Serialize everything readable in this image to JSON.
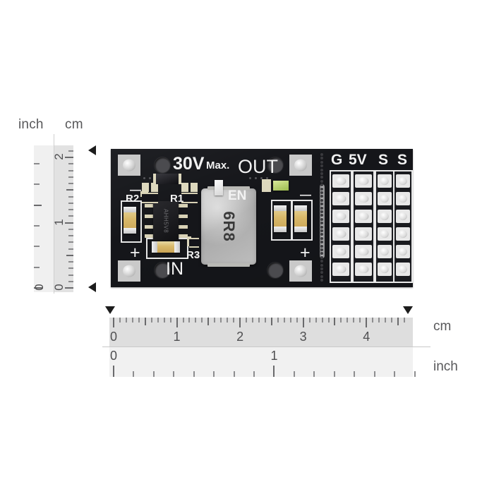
{
  "background_color": "#ffffff",
  "scene": {
    "subject": "buck converter pcb module",
    "description": "Black PCB power module photographed with cm and inch measuring rulers"
  },
  "vertical_ruler": {
    "name": "vertical-ruler",
    "unit_label_inch": "inch",
    "unit_label_cm": "cm",
    "cm_labels": [
      "0",
      "1",
      "2"
    ],
    "inch_labels": [
      "0"
    ],
    "cm_range": [
      0,
      2.1
    ],
    "inch_range": [
      0,
      0.83
    ],
    "band_color_inch": "#f0f0f0",
    "band_color_cm": "#e2e2e2",
    "tick_color": "#6a6a6c",
    "marker_color": "#1c1c1c",
    "marker_count": 2
  },
  "horizontal_ruler": {
    "name": "horizontal-ruler",
    "unit_label_cm": "cm",
    "unit_label_inch": "inch",
    "cm_labels": [
      "0",
      "1",
      "2",
      "3",
      "4"
    ],
    "inch_labels": [
      "0",
      "1"
    ],
    "cm_range": [
      0,
      4.6
    ],
    "inch_range": [
      0,
      1.8
    ],
    "band_color_cm": "#dedede",
    "band_color_inch": "#f1f1f1",
    "tick_color": "#6a6a6c",
    "marker_color": "#1c1c1c",
    "marker_count": 2
  },
  "pcb": {
    "name": "pcb-board",
    "solder_mask_color": "#15161a",
    "silkscreen_color": "#f2f2f2",
    "width_cm": 4.55,
    "height_cm": 2.08,
    "silkscreen": {
      "voltage_rating": "30V",
      "voltage_rating_suffix": "Max.",
      "output_label": "OUT",
      "input_label": "IN",
      "enable_label": "EN",
      "designator_r1": "R1",
      "designator_r2": "R2",
      "designator_r3": "R3",
      "polarity_plus_in": "+",
      "polarity_minus_in": "—",
      "polarity_plus_out": "+",
      "polarity_minus_out": "—"
    },
    "header": {
      "name": "pin-header-block",
      "column_labels": [
        "G",
        "5V",
        "S",
        "S"
      ],
      "rows": 6,
      "columns": 4,
      "pad_color": "#e8e8e8"
    },
    "components": {
      "inductor": {
        "name": "power-inductor",
        "marking": "6R8",
        "body_color": "#b5b5b5"
      },
      "ic": {
        "name": "regulator-ic",
        "marking": "AHH5V8",
        "body_color": "#1d1d21",
        "pin_count": 8
      },
      "capacitors": {
        "name": "mlcc-capacitor",
        "count": 2,
        "body_color": "#d9b96a"
      },
      "resistors": {
        "name": "smd-resistor",
        "designators": [
          "R1",
          "R2",
          "R3"
        ]
      },
      "led": {
        "name": "status-led",
        "body_color": "#9cbb4e"
      }
    }
  }
}
